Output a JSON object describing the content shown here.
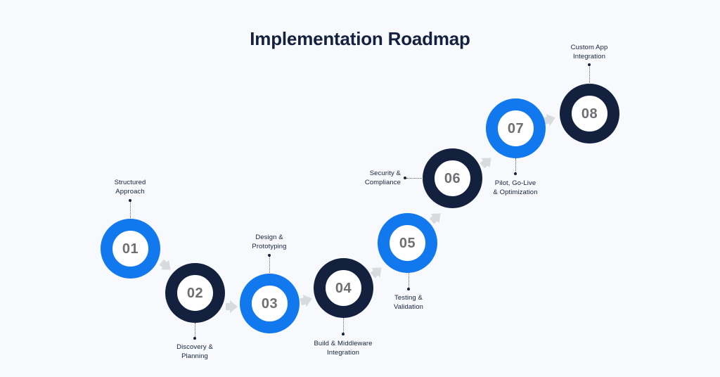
{
  "page": {
    "title": "Implementation Roadmap",
    "background_color": "#f8f9fd",
    "title_color": "#14213f"
  },
  "theme": {
    "blue": "#1178ee",
    "navy": "#13213f",
    "number_color": "#6e6e73",
    "arrow_color": "#d9dade",
    "leader_color": "#5b5f6b"
  },
  "chart_data": {
    "type": "diagram",
    "title": "Implementation Roadmap",
    "layout": "ascending staircase of eight numbered ring nodes connected by grey arrows",
    "steps": [
      {
        "number": "01",
        "label_line1": "Structured",
        "label_line2": "Approach",
        "color": "blue",
        "label_position": "above"
      },
      {
        "number": "02",
        "label_line1": "Discovery &",
        "label_line2": "Planning",
        "color": "navy",
        "label_position": "below"
      },
      {
        "number": "03",
        "label_line1": "Design &",
        "label_line2": "Prototyping",
        "color": "blue",
        "label_position": "above"
      },
      {
        "number": "04",
        "label_line1": "Build & Middleware",
        "label_line2": "Integration",
        "color": "navy",
        "label_position": "below"
      },
      {
        "number": "05",
        "label_line1": "Testing &",
        "label_line2": "Validation",
        "color": "blue",
        "label_position": "below"
      },
      {
        "number": "06",
        "label_line1": "Security &",
        "label_line2": "Compliance",
        "color": "navy",
        "label_position": "left"
      },
      {
        "number": "07",
        "label_line1": "Pilot, Go-Live",
        "label_line2": "& Optimization",
        "color": "blue",
        "label_position": "below"
      },
      {
        "number": "08",
        "label_line1": "Custom App",
        "label_line2": "Integration",
        "color": "navy",
        "label_position": "above"
      }
    ]
  }
}
